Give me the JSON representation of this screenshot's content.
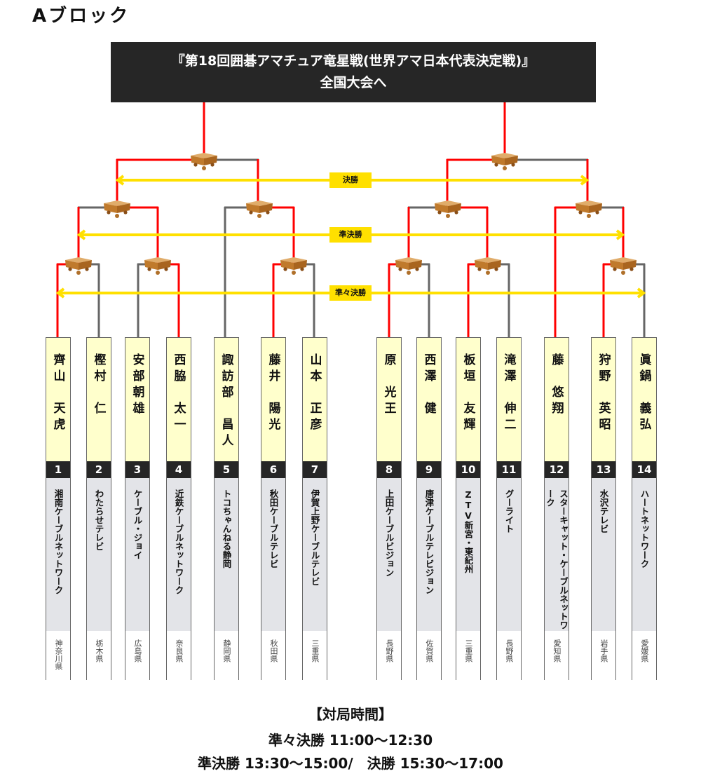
{
  "block_title": "Aブロック",
  "header": {
    "line1": "『第18回囲碁アマチュア竜星戦(世界アマ日本代表決定戦)』",
    "line2": "全国大会へ"
  },
  "rounds": {
    "final": "決勝",
    "semifinal": "準決勝",
    "quarterfinal": "準々決勝"
  },
  "colors": {
    "winner_line": "#ff0000",
    "loser_line": "#666666",
    "arrow": "#ffe000",
    "name_bg": "#ffffcc",
    "team_bg": "#e3e4e8",
    "header_bg": "#262626"
  },
  "players": [
    {
      "number": "1",
      "name": "齊山　天虎",
      "team": "湘南ケーブルネットワーク",
      "pref": "神奈川県"
    },
    {
      "number": "2",
      "name": "樫村　仁",
      "team": "わたらせテレビ",
      "pref": "栃木県"
    },
    {
      "number": "3",
      "name": "安部朝雄",
      "team": "ケーブル・ジョイ",
      "pref": "広島県"
    },
    {
      "number": "4",
      "name": "西脇　太一",
      "team": "近鉄ケーブルネットワーク",
      "pref": "奈良県"
    },
    {
      "number": "5",
      "name": "諏訪部　昌人",
      "team": "トコちゃんねる静岡",
      "pref": "静岡県"
    },
    {
      "number": "6",
      "name": "藤井　陽光",
      "team": "秋田ケーブルテレビ",
      "pref": "秋田県"
    },
    {
      "number": "7",
      "name": "山本　正彦",
      "team": "伊賀上野ケーブルテレビ",
      "pref": "三重県"
    },
    {
      "number": "8",
      "name": "原　光王",
      "team": "上田ケーブルビジョン",
      "pref": "長野県"
    },
    {
      "number": "9",
      "name": "西澤　健",
      "team": "唐津ケーブルテレビジョン",
      "pref": "佐賀県"
    },
    {
      "number": "10",
      "name": "板垣　友輝",
      "team": "ZTV新宮・東紀州",
      "pref": "三重県"
    },
    {
      "number": "11",
      "name": "滝澤　伸二",
      "team": "グーライト",
      "pref": "長野県"
    },
    {
      "number": "12",
      "name": "藤　悠翔",
      "team": "スターキャット・ケーブルネットワーク",
      "pref": "愛知県"
    },
    {
      "number": "13",
      "name": "狩野　英昭",
      "team": "水沢テレビ",
      "pref": "岩手県"
    },
    {
      "number": "14",
      "name": "眞鍋　義弘",
      "team": "ハートネットワーク",
      "pref": "愛媛県"
    }
  ],
  "schedule": {
    "heading": "【対局時間】",
    "line1": "準々決勝 11:00～12:30",
    "line2": "準決勝 13:30～15:00/　決勝 15:30～17:00"
  }
}
